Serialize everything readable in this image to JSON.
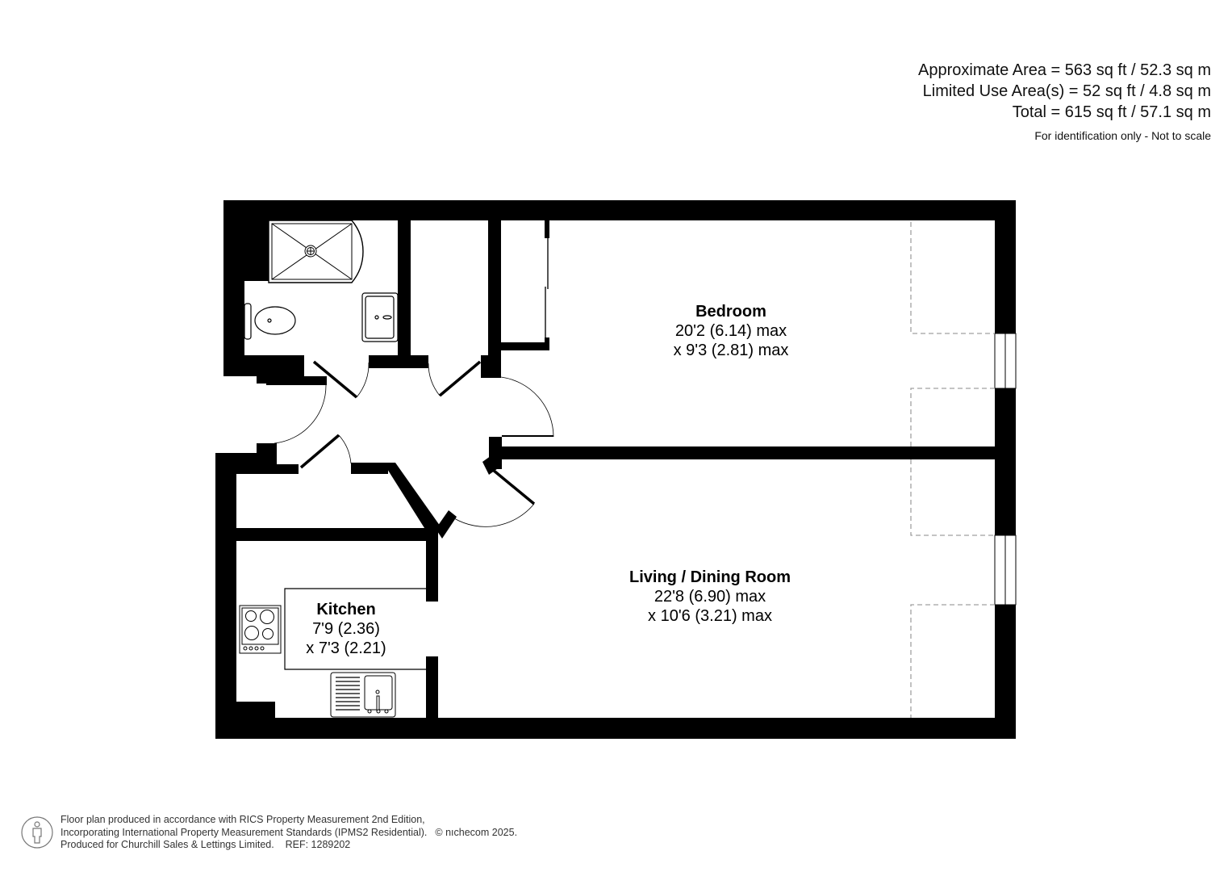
{
  "areas": {
    "approximate": "Approximate Area = 563 sq ft / 52.3 sq m",
    "limited_use": "Limited Use Area(s) = 52 sq ft / 4.8 sq m",
    "total": "Total = 615 sq ft / 57.1 sq m",
    "note": "For identification only - Not to scale"
  },
  "rooms": [
    {
      "name": "Bedroom",
      "dim1": "20'2 (6.14) max",
      "dim2": "x 9'3 (2.81) max"
    },
    {
      "name": "Living / Dining Room",
      "dim1": "22'8 (6.90) max",
      "dim2": "x 10'6 (3.21) max"
    },
    {
      "name": "Kitchen",
      "dim1": "7'9 (2.36)",
      "dim2": "x 7'3 (2.21)"
    }
  ],
  "footer": {
    "icon": "person-figure-icon",
    "line1": "Floor plan produced in accordance with RICS Property Measurement 2nd Edition,",
    "line2": "Incorporating International Property Measurement Standards (IPMS2 Residential).",
    "copyright": "© nıchecom 2025.",
    "line3": "Produced for Churchill Sales & Lettings Limited.    REF: 1289202"
  },
  "colors": {
    "wall": "#000000",
    "limited_use_dash": "#a0a0a0",
    "background": "#ffffff"
  }
}
